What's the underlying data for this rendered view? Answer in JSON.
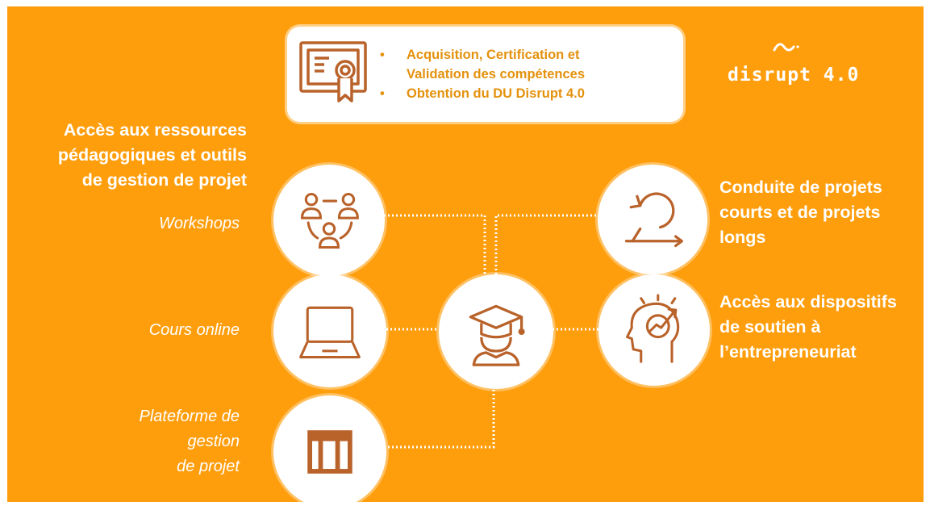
{
  "colors": {
    "background": "#FF9E0D",
    "accent": "#E4910D",
    "icon_stroke": "#B9622A",
    "white": "#ffffff"
  },
  "certificate": {
    "icon": "certificate-icon",
    "bullets": [
      {
        "line1": "Acquisition, Certification et",
        "line2": "Validation des compétences"
      },
      {
        "line1": "Obtention du DU Disrupt 4.0",
        "line2": ""
      }
    ],
    "bullet_char": "•"
  },
  "brand": {
    "name": "disrupt 4.0"
  },
  "resources_heading": {
    "line1": "Accès aux ressources",
    "line2": "pédagogiques et outils",
    "line3": "de gestion de projet"
  },
  "left_items": [
    {
      "label": "Workshops",
      "icon": "people-network-icon"
    },
    {
      "label": "Cours online",
      "icon": "laptop-icon"
    },
    {
      "label_lines": [
        "Plateforme de",
        "gestion",
        "de projet"
      ],
      "icon": "layout-window-icon"
    }
  ],
  "center": {
    "icon": "graduate-student-icon"
  },
  "right_items": [
    {
      "label_lines": [
        "Conduite de projets",
        "courts et de projets",
        "longs"
      ],
      "icon": "agile-cycle-icon"
    },
    {
      "label_lines": [
        "Accès aux dispositifs",
        "de soutien à",
        "l’entrepreneuriat"
      ],
      "icon": "head-growth-icon"
    }
  ]
}
